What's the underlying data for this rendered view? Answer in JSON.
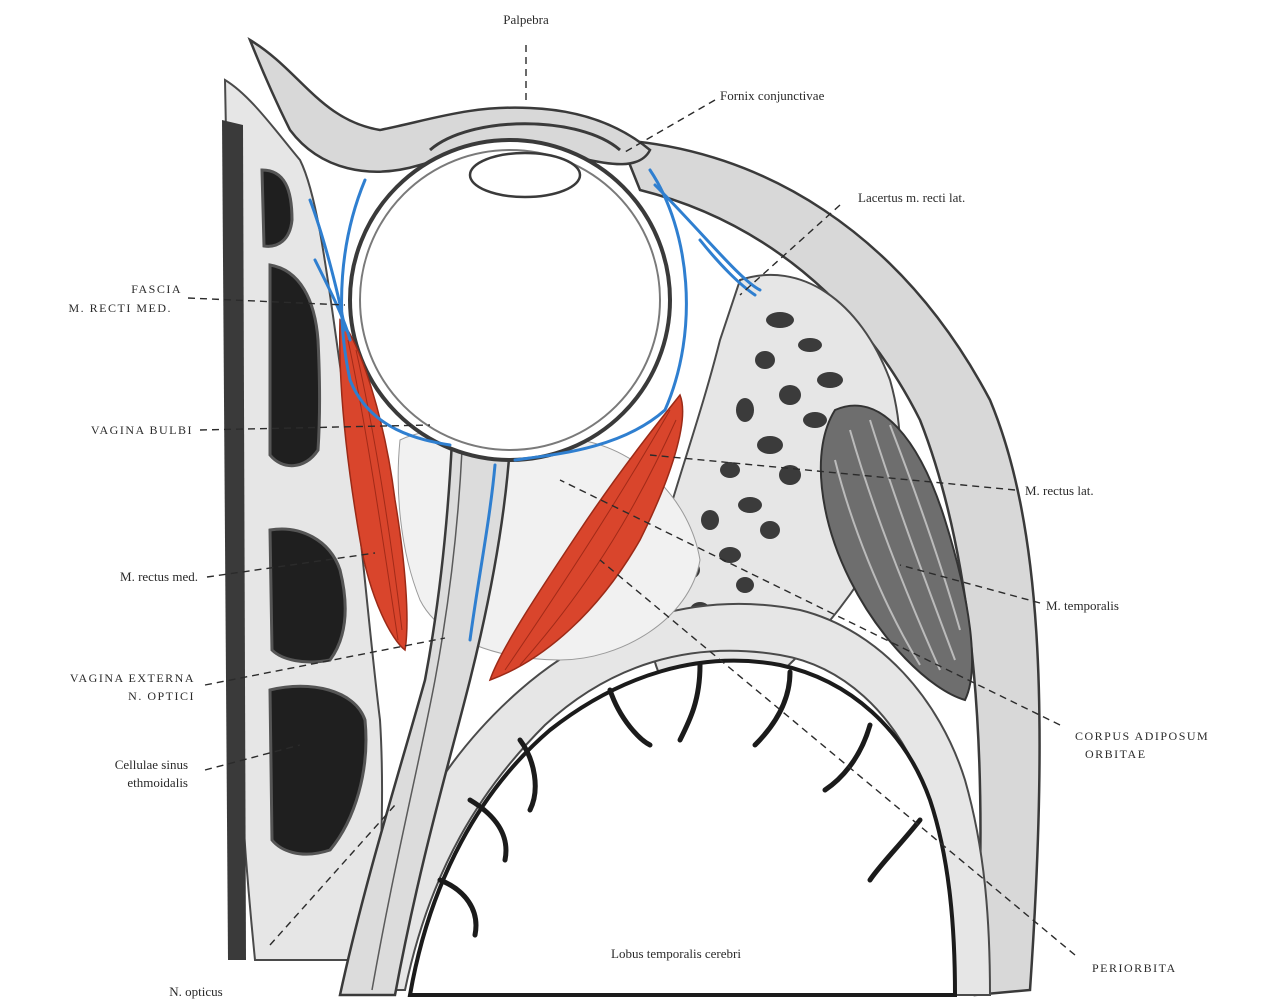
{
  "labels": {
    "palpebra": "Palpebra",
    "fornix": "Fornix conjunctivae",
    "lacertus": "Lacertus m. recti lat.",
    "fascia_line1": "FASCIA",
    "fascia_line2": "M. RECTI MED.",
    "vagina_bulbi": "VAGINA BULBI",
    "rectus_lat": "M. rectus lat.",
    "rectus_med": "M. rectus med.",
    "temporalis": "M. temporalis",
    "vagina_ext_line1": "VAGINA EXTERNA",
    "vagina_ext_line2": "N. OPTICI",
    "corpus_line1": "CORPUS ADIPOSUM",
    "corpus_line2": "ORBITAE",
    "cellulae_line1": "Cellulae sinus",
    "cellulae_line2": "ethmoidalis",
    "lobus": "Lobus temporalis cerebri",
    "periorbita": "PERIORBITA",
    "opticus": "N. opticus"
  },
  "colors": {
    "fascia": "#2f7fd0",
    "muscle": "#d9452c",
    "bone": "#e6e6e6",
    "sinus": "#1f1f1f"
  }
}
